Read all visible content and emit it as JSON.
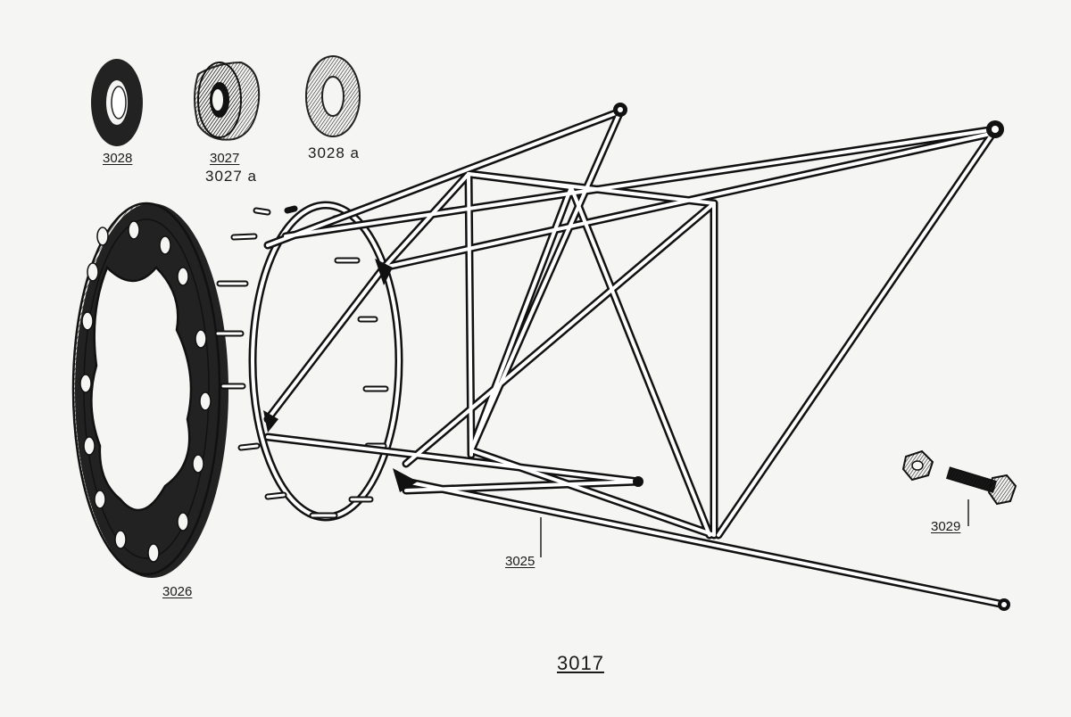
{
  "labels": {
    "part_3028": "3028",
    "part_3027": "3027",
    "part_3027a": "3027 a",
    "part_3028a": "3028 a",
    "part_3026": "3026",
    "part_3025": "3025",
    "part_3029": "3029",
    "assembly_3017": "3017"
  },
  "colors": {
    "ink": "#1a1a1a",
    "paper": "#f5f5f3",
    "tube_fill": "#ffffff"
  }
}
